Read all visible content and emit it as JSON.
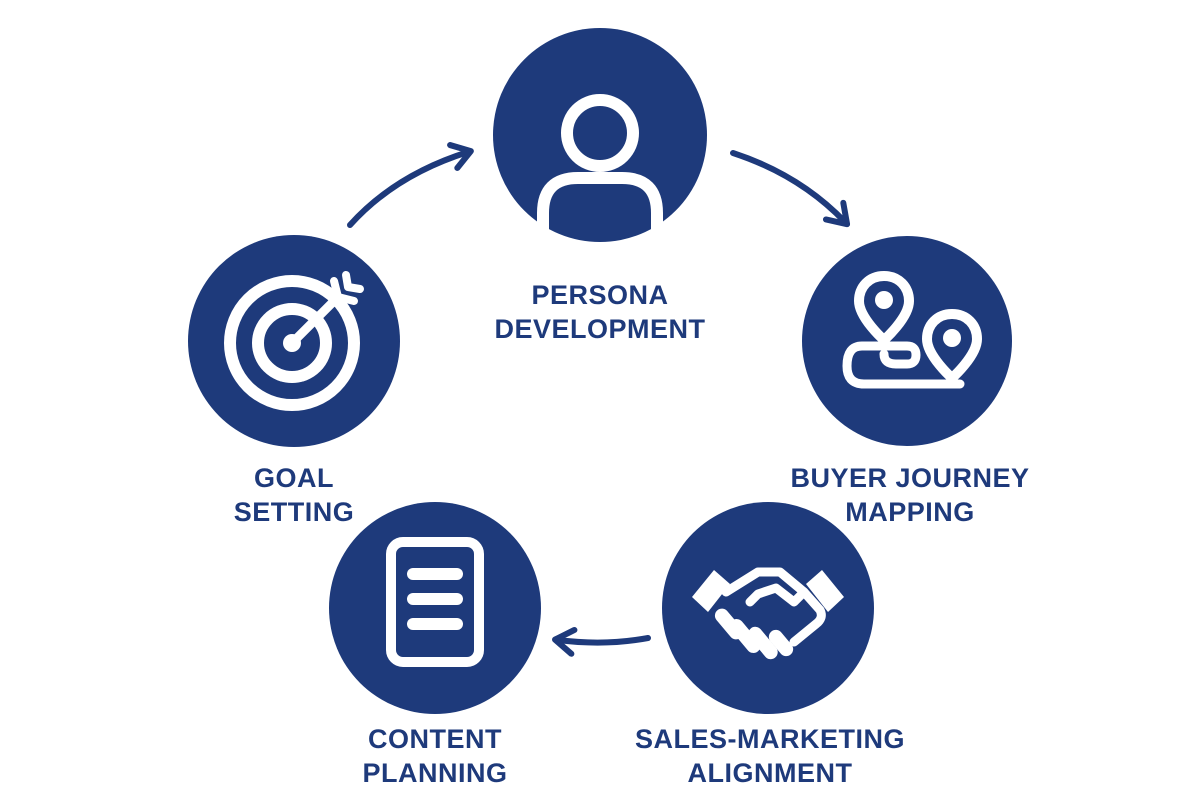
{
  "colors": {
    "primary": "#1e3a7b",
    "icon": "#ffffff",
    "background": "#ffffff"
  },
  "nodes": {
    "persona": {
      "icon": "person-icon",
      "line1": "PERSONA",
      "line2": "DEVELOPMENT"
    },
    "journey": {
      "icon": "map-route-icon",
      "line1": "BUYER JOURNEY",
      "line2": "MAPPING"
    },
    "alignment": {
      "icon": "handshake-icon",
      "line1": "SALES-MARKETING",
      "line2": "ALIGNMENT"
    },
    "content": {
      "icon": "document-icon",
      "line1": "CONTENT",
      "line2": "PLANNING"
    },
    "goal": {
      "icon": "target-icon",
      "line1": "GOAL",
      "line2": "SETTING"
    }
  }
}
